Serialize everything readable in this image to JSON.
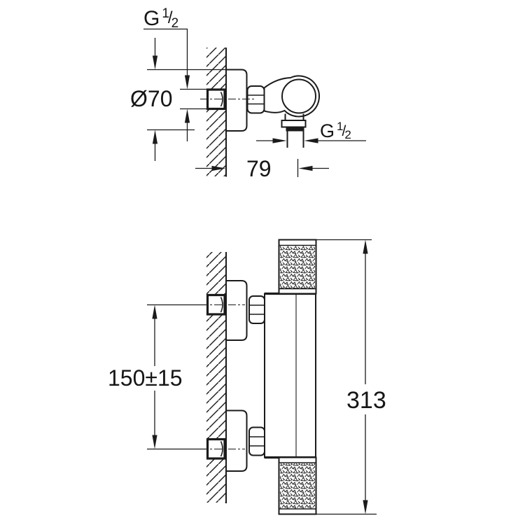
{
  "colors": {
    "background": "#ffffff",
    "line": "#1b1b1b"
  },
  "views": {
    "side_view": {
      "labels": {
        "inlet_thread": {
          "g": "G",
          "numerator": "1",
          "slash": "/",
          "denominator": "2"
        },
        "escutcheon_diameter": "Ø70",
        "wall_to_outlet": "79",
        "outlet_thread": {
          "g": "G",
          "numerator": "1",
          "slash": "/",
          "denominator": "2"
        }
      }
    },
    "front_view": {
      "labels": {
        "connection_spacing": "150±15",
        "overall_height": "313"
      }
    }
  }
}
